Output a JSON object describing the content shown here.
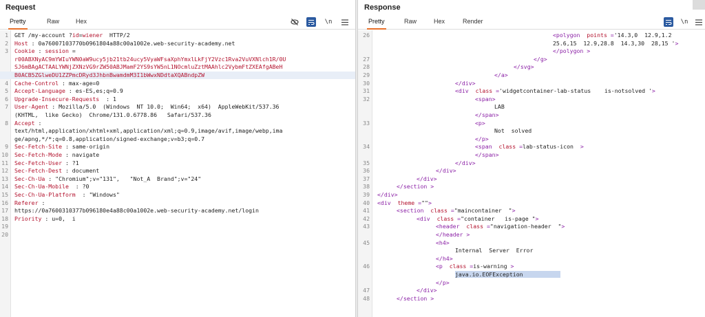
{
  "request": {
    "title": "Request",
    "tabs": [
      "Pretty",
      "Raw",
      "Hex"
    ],
    "active_tab": "Pretty",
    "lines": [
      {
        "n": "1",
        "segs": [
          [
            "v",
            "GET /my-account ?"
          ],
          [
            "k",
            "id"
          ],
          [
            "v",
            "="
          ],
          [
            "k",
            "wiener"
          ],
          [
            "v",
            "  HTTP/2"
          ]
        ]
      },
      {
        "n": "2",
        "segs": [
          [
            "k",
            "Host"
          ],
          [
            "v",
            " : 0a76007103770b0961804a88c00a1002e.web-security-academy.net"
          ]
        ]
      },
      {
        "n": "3",
        "segs": [
          [
            "k",
            "Cookie"
          ],
          [
            "v",
            " : "
          ],
          [
            "k",
            "session"
          ],
          [
            "v",
            " ="
          ]
        ]
      },
      {
        "n": "",
        "segs": [
          [
            "r",
            "r00ABXNyAC9mYWIuYWN0aW9ucy5jb21tb24ucy5VyaWFsaXphYmxlLkFjY2Vzc1Rva2VuVXNlch1R/0U"
          ]
        ]
      },
      {
        "n": "",
        "segs": [
          [
            "r",
            "SJ6mBAgACTAALYWNjZXNzVG9rZW50ABJMamF2YS9sYW5nL1NOcmluZztMAAhlc2VybmFtZXEAfgABeH"
          ]
        ]
      },
      {
        "n": "",
        "segs": [
          [
            "r",
            "B0ACB5ZGlweDU1ZZPmcDRyd3JhbnBwamdmM3I1bWwxNDdtaXQABndpZW"
          ]
        ]
      },
      {
        "n": "4",
        "segs": [
          [
            "k",
            "Cache-Control"
          ],
          [
            "v",
            " : max-age=0"
          ]
        ]
      },
      {
        "n": "5",
        "segs": [
          [
            "k",
            "Accept-Language"
          ],
          [
            "v",
            " : es-ES,es;q=0.9"
          ]
        ]
      },
      {
        "n": "6",
        "segs": [
          [
            "k",
            "Upgrade-Insecure-Requests"
          ],
          [
            "v",
            "  : 1"
          ]
        ]
      },
      {
        "n": "7",
        "segs": [
          [
            "k",
            "User-Agent"
          ],
          [
            "v",
            " : Mozilla/5.0  (Windows  NT 10.0;  Win64;  x64)  AppleWebKit/537.36"
          ]
        ]
      },
      {
        "n": "",
        "segs": [
          [
            "v",
            "(KHTML,  like Gecko)  Chrome/131.0.6778.86   Safari/537.36"
          ]
        ]
      },
      {
        "n": "8",
        "segs": [
          [
            "k",
            "Accept"
          ],
          [
            "v",
            " :"
          ]
        ]
      },
      {
        "n": "",
        "segs": [
          [
            "v",
            "text/html,application/xhtml+xml,application/xml;q=0.9,image/avif,image/webp,ima"
          ]
        ]
      },
      {
        "n": "",
        "segs": [
          [
            "v",
            "ge/apng,*/*;q=0.8,application/signed-exchange;v=b3;q=0.7"
          ]
        ]
      },
      {
        "n": "9",
        "segs": [
          [
            "k",
            "Sec-Fetch-Site"
          ],
          [
            "v",
            " : same-origin"
          ]
        ]
      },
      {
        "n": "10",
        "segs": [
          [
            "k",
            "Sec-Fetch-Mode"
          ],
          [
            "v",
            " : navigate"
          ]
        ]
      },
      {
        "n": "11",
        "segs": [
          [
            "k",
            "Sec-Fetch-User"
          ],
          [
            "v",
            " : ?1"
          ]
        ]
      },
      {
        "n": "12",
        "segs": [
          [
            "k",
            "Sec-Fetch-Dest"
          ],
          [
            "v",
            " : document"
          ]
        ]
      },
      {
        "n": "13",
        "segs": [
          [
            "k",
            "Sec-Ch-Ua"
          ],
          [
            "v",
            " : \"Chromium\";v=\"131\",   \"Not_A  Brand\";v=\"24\""
          ]
        ]
      },
      {
        "n": "14",
        "segs": [
          [
            "k",
            "Sec-Ch-Ua-Mobile"
          ],
          [
            "v",
            "  : ?0"
          ]
        ]
      },
      {
        "n": "15",
        "segs": [
          [
            "k",
            "Sec-Ch-Ua-Platform"
          ],
          [
            "v",
            "  : \"Windows\""
          ]
        ]
      },
      {
        "n": "16",
        "segs": [
          [
            "k",
            "Referer"
          ],
          [
            "v",
            " :"
          ]
        ]
      },
      {
        "n": "17",
        "segs": [
          [
            "v",
            "https://0a7600310377b096180e4a88c00a1002e.web-security-academy.net/login"
          ]
        ]
      },
      {
        "n": "18",
        "segs": [
          [
            "k",
            "Priority"
          ],
          [
            "v",
            " : u=0,  i"
          ]
        ]
      },
      {
        "n": "19",
        "segs": []
      },
      {
        "n": "20",
        "segs": []
      }
    ]
  },
  "response": {
    "title": "Response",
    "tabs": [
      "Pretty",
      "Raw",
      "Hex",
      "Render"
    ],
    "active_tab": "Pretty",
    "lines": [
      {
        "n": "26",
        "ind": 255,
        "segs": [
          [
            "t",
            "<polygon  "
          ],
          [
            "r",
            "points"
          ],
          [
            "t",
            " ="
          ],
          [
            "s",
            "'14.3,0  12.9,1.2"
          ]
        ]
      },
      {
        "n": "",
        "ind": 255,
        "segs": [
          [
            "s",
            "25.6,15  12.9,28.8  14.3,30  28,15 '"
          ],
          [
            "t",
            ">"
          ]
        ]
      },
      {
        "n": "",
        "ind": 255,
        "segs": [
          [
            "t",
            "</polygon >"
          ]
        ]
      },
      {
        "n": "27",
        "ind": 227,
        "segs": [
          [
            "t",
            "</g>"
          ]
        ]
      },
      {
        "n": "28",
        "ind": 198,
        "segs": [
          [
            "t",
            "</svg>"
          ]
        ]
      },
      {
        "n": "29",
        "ind": 170,
        "segs": [
          [
            "t",
            "</a>"
          ]
        ]
      },
      {
        "n": "30",
        "ind": 113,
        "segs": [
          [
            "t",
            "</div>"
          ]
        ]
      },
      {
        "n": "31",
        "ind": 113,
        "segs": [
          [
            "t",
            "<div  "
          ],
          [
            "r",
            "class"
          ],
          [
            "t",
            " ="
          ],
          [
            "s",
            "'widgetcontainer-lab-status    is-notsolved '"
          ],
          [
            "t",
            ">"
          ]
        ]
      },
      {
        "n": "32",
        "ind": 142,
        "segs": [
          [
            "t",
            "<span>"
          ]
        ]
      },
      {
        "n": "",
        "ind": 170,
        "segs": [
          [
            "s",
            "LAB"
          ]
        ]
      },
      {
        "n": "",
        "ind": 142,
        "segs": [
          [
            "t",
            "</span>"
          ]
        ]
      },
      {
        "n": "33",
        "ind": 142,
        "segs": [
          [
            "t",
            "<p>"
          ]
        ]
      },
      {
        "n": "",
        "ind": 170,
        "segs": [
          [
            "s",
            "Not  solved"
          ]
        ]
      },
      {
        "n": "",
        "ind": 142,
        "segs": [
          [
            "t",
            "</p>"
          ]
        ]
      },
      {
        "n": "34",
        "ind": 142,
        "segs": [
          [
            "t",
            "<span  "
          ],
          [
            "r",
            "class"
          ],
          [
            "t",
            " ="
          ],
          [
            "s",
            "lab-status-icon  "
          ],
          [
            "t",
            ">"
          ]
        ]
      },
      {
        "n": "",
        "ind": 142,
        "segs": [
          [
            "t",
            "</span>"
          ]
        ]
      },
      {
        "n": "35",
        "ind": 113,
        "segs": [
          [
            "t",
            "</div>"
          ]
        ]
      },
      {
        "n": "36",
        "ind": 85,
        "segs": [
          [
            "t",
            "</div>"
          ]
        ]
      },
      {
        "n": "37",
        "ind": 57,
        "segs": [
          [
            "t",
            "</div>"
          ]
        ]
      },
      {
        "n": "38",
        "ind": 28,
        "segs": [
          [
            "t",
            "</section >"
          ]
        ]
      },
      {
        "n": "39",
        "ind": 0,
        "segs": [
          [
            "t",
            "</div>"
          ]
        ]
      },
      {
        "n": "40",
        "ind": 0,
        "segs": [
          [
            "t",
            "<div  "
          ],
          [
            "r",
            "theme"
          ],
          [
            "t",
            " ="
          ],
          [
            "s",
            "\"\""
          ],
          [
            "t",
            ">"
          ]
        ]
      },
      {
        "n": "41",
        "ind": 28,
        "segs": [
          [
            "t",
            "<section  "
          ],
          [
            "r",
            "class"
          ],
          [
            "t",
            " ="
          ],
          [
            "s",
            "\"maincontainer  \""
          ],
          [
            "t",
            ">"
          ]
        ]
      },
      {
        "n": "42",
        "ind": 57,
        "segs": [
          [
            "t",
            "<div  "
          ],
          [
            "r",
            "class"
          ],
          [
            "t",
            " ="
          ],
          [
            "s",
            "\"container   is-page \""
          ],
          [
            "t",
            ">"
          ]
        ]
      },
      {
        "n": "43",
        "ind": 85,
        "segs": [
          [
            "t",
            "<header  "
          ],
          [
            "r",
            "class"
          ],
          [
            "t",
            " ="
          ],
          [
            "s",
            "\"navigation-header  \""
          ],
          [
            "t",
            ">"
          ]
        ]
      },
      {
        "n": "",
        "ind": 85,
        "segs": [
          [
            "t",
            "</header >"
          ]
        ]
      },
      {
        "n": "45",
        "ind": 85,
        "segs": [
          [
            "t",
            "<h4>"
          ]
        ]
      },
      {
        "n": "",
        "ind": 113,
        "segs": [
          [
            "s",
            "Internal  Server  Error"
          ]
        ]
      },
      {
        "n": "",
        "ind": 85,
        "segs": [
          [
            "t",
            "</h4>"
          ]
        ]
      },
      {
        "n": "46",
        "ind": 85,
        "segs": [
          [
            "t",
            "<p  "
          ],
          [
            "r",
            "class"
          ],
          [
            "t",
            " ="
          ],
          [
            "s",
            "is-warning "
          ],
          [
            "t",
            ">"
          ]
        ]
      },
      {
        "n": "",
        "ind": 113,
        "segs": [
          [
            "sel",
            "java.io.EOFException           "
          ]
        ]
      },
      {
        "n": "",
        "ind": 85,
        "segs": [
          [
            "t",
            "</p>"
          ]
        ]
      },
      {
        "n": "47",
        "ind": 57,
        "segs": [
          [
            "t",
            "</div>"
          ]
        ]
      },
      {
        "n": "48",
        "ind": 28,
        "segs": [
          [
            "t",
            "</section >"
          ]
        ]
      }
    ]
  },
  "icons": {
    "hide": "eye-slash-icon",
    "wrap": "wrap-lines-icon",
    "newline": "\\n",
    "menu": "hamburger-menu-icon"
  }
}
